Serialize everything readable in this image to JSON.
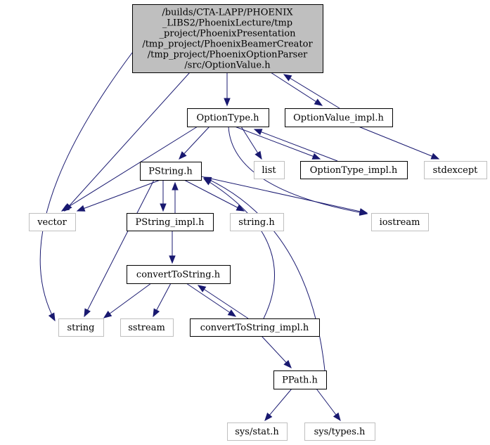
{
  "nodes": [
    {
      "id": "optionvalue",
      "lines": [
        "/builds/CTA-LAPP/PHOENIX",
        "_LIBS2/PhoenixLecture/tmp",
        "_project/PhoenixPresentation",
        "/tmp_project/PhoenixBeamerCreator",
        "/tmp_project/PhoenixOptionParser",
        "/src/OptionValue.h"
      ],
      "style": "root"
    },
    {
      "id": "optiontype",
      "lines": [
        "OptionType.h"
      ],
      "style": "documented"
    },
    {
      "id": "optionvalue_impl",
      "lines": [
        "OptionValue_impl.h"
      ],
      "style": "documented"
    },
    {
      "id": "pstring",
      "lines": [
        "PString.h"
      ],
      "style": "documented"
    },
    {
      "id": "list",
      "lines": [
        "list"
      ],
      "style": "external"
    },
    {
      "id": "optiontype_impl",
      "lines": [
        "OptionType_impl.h"
      ],
      "style": "documented"
    },
    {
      "id": "stdexcept",
      "lines": [
        "stdexcept"
      ],
      "style": "external"
    },
    {
      "id": "vector",
      "lines": [
        "vector"
      ],
      "style": "external"
    },
    {
      "id": "pstring_impl",
      "lines": [
        "PString_impl.h"
      ],
      "style": "documented"
    },
    {
      "id": "string_h",
      "lines": [
        "string.h"
      ],
      "style": "external"
    },
    {
      "id": "iostream",
      "lines": [
        "iostream"
      ],
      "style": "external"
    },
    {
      "id": "converttostring",
      "lines": [
        "convertToString.h"
      ],
      "style": "documented"
    },
    {
      "id": "string",
      "lines": [
        "string"
      ],
      "style": "external"
    },
    {
      "id": "sstream",
      "lines": [
        "sstream"
      ],
      "style": "external"
    },
    {
      "id": "converttostring_impl",
      "lines": [
        "convertToString_impl.h"
      ],
      "style": "documented"
    },
    {
      "id": "ppath",
      "lines": [
        "PPath.h"
      ],
      "style": "documented"
    },
    {
      "id": "sys_stat",
      "lines": [
        "sys/stat.h"
      ],
      "style": "external"
    },
    {
      "id": "sys_types",
      "lines": [
        "sys/types.h"
      ],
      "style": "external"
    }
  ],
  "edges": [
    {
      "from": "optionvalue",
      "to": "optiontype"
    },
    {
      "from": "optionvalue",
      "to": "optionvalue_impl"
    },
    {
      "from": "optionvalue",
      "to": "vector"
    },
    {
      "from": "optionvalue",
      "to": "string"
    },
    {
      "from": "optionvalue_impl",
      "to": "optionvalue"
    },
    {
      "from": "optionvalue_impl",
      "to": "stdexcept"
    },
    {
      "from": "optiontype",
      "to": "pstring"
    },
    {
      "from": "optiontype",
      "to": "list"
    },
    {
      "from": "optiontype",
      "to": "optiontype_impl"
    },
    {
      "from": "optiontype",
      "to": "vector"
    },
    {
      "from": "optiontype",
      "to": "iostream"
    },
    {
      "from": "optiontype_impl",
      "to": "optiontype"
    },
    {
      "from": "pstring",
      "to": "vector"
    },
    {
      "from": "pstring",
      "to": "pstring_impl"
    },
    {
      "from": "pstring",
      "to": "string_h"
    },
    {
      "from": "pstring",
      "to": "iostream"
    },
    {
      "from": "pstring",
      "to": "string"
    },
    {
      "from": "pstring_impl",
      "to": "pstring"
    },
    {
      "from": "pstring_impl",
      "to": "converttostring"
    },
    {
      "from": "converttostring",
      "to": "string"
    },
    {
      "from": "converttostring",
      "to": "sstream"
    },
    {
      "from": "converttostring",
      "to": "converttostring_impl"
    },
    {
      "from": "converttostring_impl",
      "to": "converttostring"
    },
    {
      "from": "converttostring_impl",
      "to": "pstring"
    },
    {
      "from": "converttostring_impl",
      "to": "ppath"
    },
    {
      "from": "ppath",
      "to": "pstring"
    },
    {
      "from": "ppath",
      "to": "sys_stat"
    },
    {
      "from": "ppath",
      "to": "sys_types"
    }
  ],
  "colors": {
    "root_fill": "#bfbfbf",
    "documented_fill": "#ffffff",
    "node_border": "#000000",
    "external_border": "#bfbfbf",
    "edge": "#191970"
  }
}
